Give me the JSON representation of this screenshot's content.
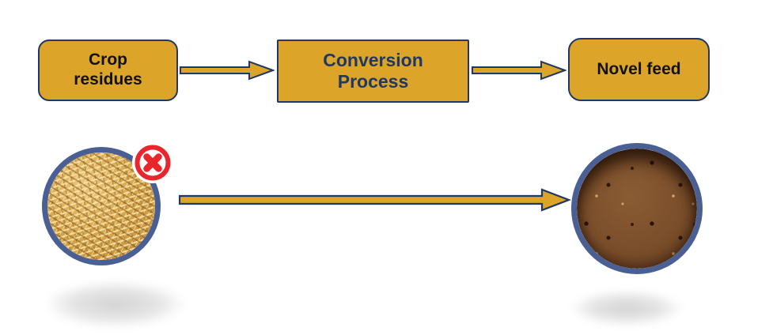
{
  "diagram": {
    "flow": {
      "boxes": [
        {
          "label": "Crop residues"
        },
        {
          "label": "Conversion Process"
        },
        {
          "label": "Novel feed"
        }
      ],
      "arrow_icon": "arrow-right-icon"
    },
    "transformation": {
      "input_photo": "crop-residues-straw-photo",
      "output_photo": "novel-feed-photo",
      "reject_badge_icon": "x-mark-icon",
      "arrow_icon": "long-arrow-right-icon"
    },
    "colors": {
      "gold": "#DCA428",
      "navy": "#1F3864",
      "photo_ring": "#4A5F93",
      "reject_red": "#E8262C",
      "box_text_dark": "#111111",
      "background": "#FFFFFF"
    }
  }
}
